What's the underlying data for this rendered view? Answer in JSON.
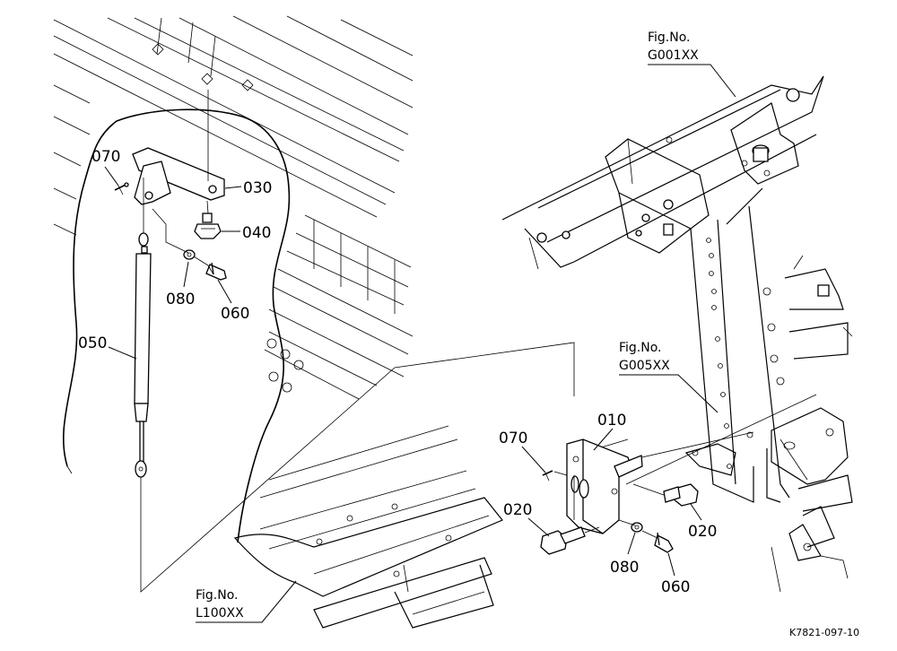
{
  "callouts": {
    "left": {
      "p070": "070",
      "p030": "030",
      "p040": "040",
      "p080": "080",
      "p060": "060",
      "p050": "050"
    },
    "right": {
      "p070": "070",
      "p010": "010",
      "p020a": "020",
      "p020b": "020",
      "p080": "080",
      "p060": "060"
    }
  },
  "figure_refs": {
    "g001": {
      "label": "Fig.No.",
      "code": "G001XX"
    },
    "g005": {
      "label": "Fig.No.",
      "code": "G005XX"
    },
    "l100": {
      "label": "Fig.No.",
      "code": "L100XX"
    }
  },
  "drawing_code": "K7821-097-10",
  "colors": {
    "line": "#000000",
    "background": "#ffffff"
  }
}
